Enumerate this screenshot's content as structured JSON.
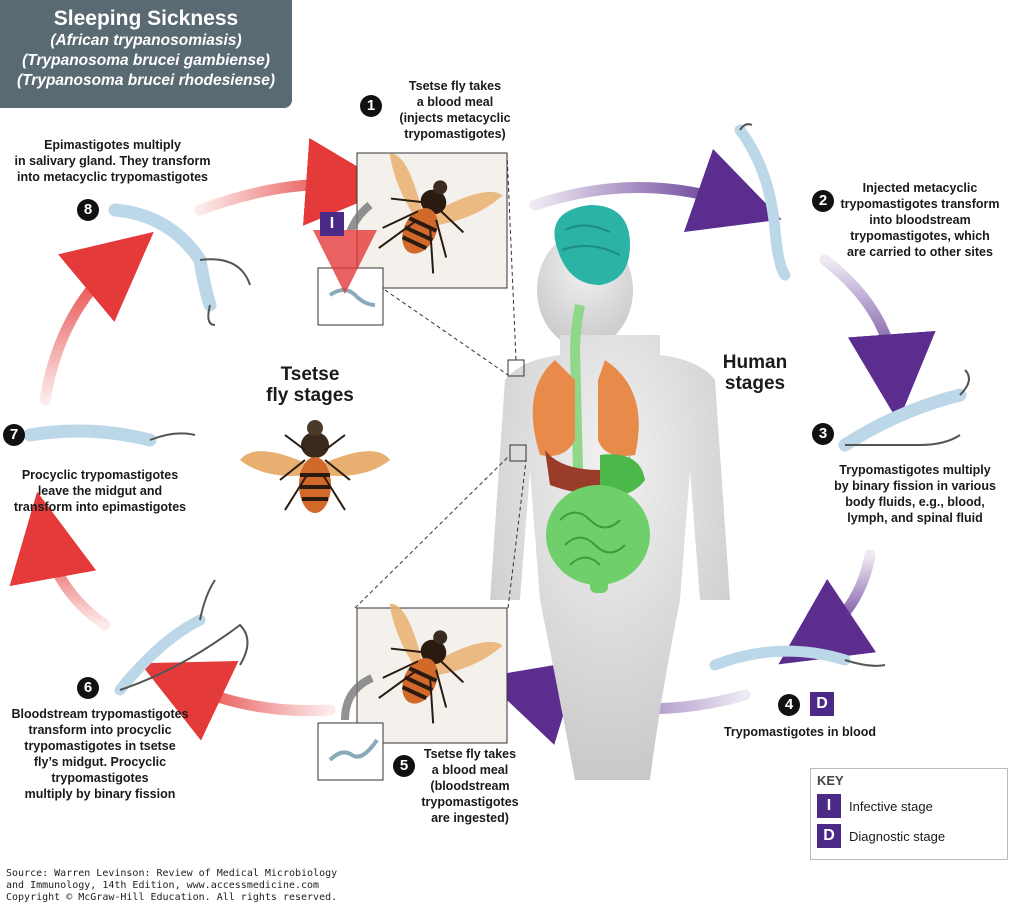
{
  "title": {
    "main": "Sleeping Sickness",
    "sub1": "(African trypanosomiasis)",
    "sub2": "(Trypanosoma brucei gambiense)",
    "sub3": "(Trypanosoma brucei rhodesiense)"
  },
  "steps": {
    "s1": {
      "num": "1",
      "l1": "Tsetse fly takes",
      "l2": "a blood meal",
      "l3": "(injects metacyclic",
      "l4": "trypomastigotes)"
    },
    "s2": {
      "num": "2",
      "l1": "Injected metacyclic",
      "l2": "trypomastigotes transform",
      "l3": "into bloodstream",
      "l4": "trypomastigotes, which",
      "l5": "are carried to other sites"
    },
    "s3": {
      "num": "3",
      "l1": "Trypomastigotes multiply",
      "l2": "by binary fission in various",
      "l3": "body fluids, e.g., blood,",
      "l4": "lymph, and spinal fluid"
    },
    "s4": {
      "num": "4",
      "l1": "Trypomastigotes in blood"
    },
    "s5": {
      "num": "5",
      "l1": "Tsetse fly takes",
      "l2": "a blood meal",
      "l3": "(bloodstream",
      "l4": "trypomastigotes",
      "l5": "are ingested)"
    },
    "s6": {
      "num": "6",
      "l1": "Bloodstream trypomastigotes",
      "l2": "transform into procyclic",
      "l3": "trypomastigotes in tsetse",
      "l4": "fly’s midgut. Procyclic",
      "l5": "trypomastigotes",
      "l6": "multiply by binary fission"
    },
    "s7": {
      "num": "7",
      "l1": "Procyclic trypomastigotes",
      "l2": "leave the midgut and",
      "l3": "transform into epimastigotes"
    },
    "s8": {
      "num": "8",
      "l1": "Epimastigotes multiply",
      "l2": "in salivary gland. They transform",
      "l3": "into metacyclic trypomastigotes"
    }
  },
  "stages": {
    "tsetse_l1": "Tsetse",
    "tsetse_l2": "fly stages",
    "human_l1": "Human",
    "human_l2": "stages"
  },
  "badges": {
    "infective": "I",
    "diagnostic": "D"
  },
  "key": {
    "title": "KEY",
    "infective_label": "Infective stage",
    "diagnostic_label": "Diagnostic stage"
  },
  "source": {
    "l1": "Source: Warren Levinson: Review of Medical Microbiology",
    "l2": "and Immunology, 14th Edition, www.accessmedicine.com",
    "l3": "Copyright © McGraw-Hill Education. All rights reserved."
  },
  "colors": {
    "title_bg": "#5a6a72",
    "human_arrow": "#5b2d8e",
    "fly_arrow": "#e53a3a",
    "badge": "#4a2a86",
    "brain": "#2bb3a6",
    "lung": "#e88a4a",
    "intestine": "#6fcf6a"
  }
}
